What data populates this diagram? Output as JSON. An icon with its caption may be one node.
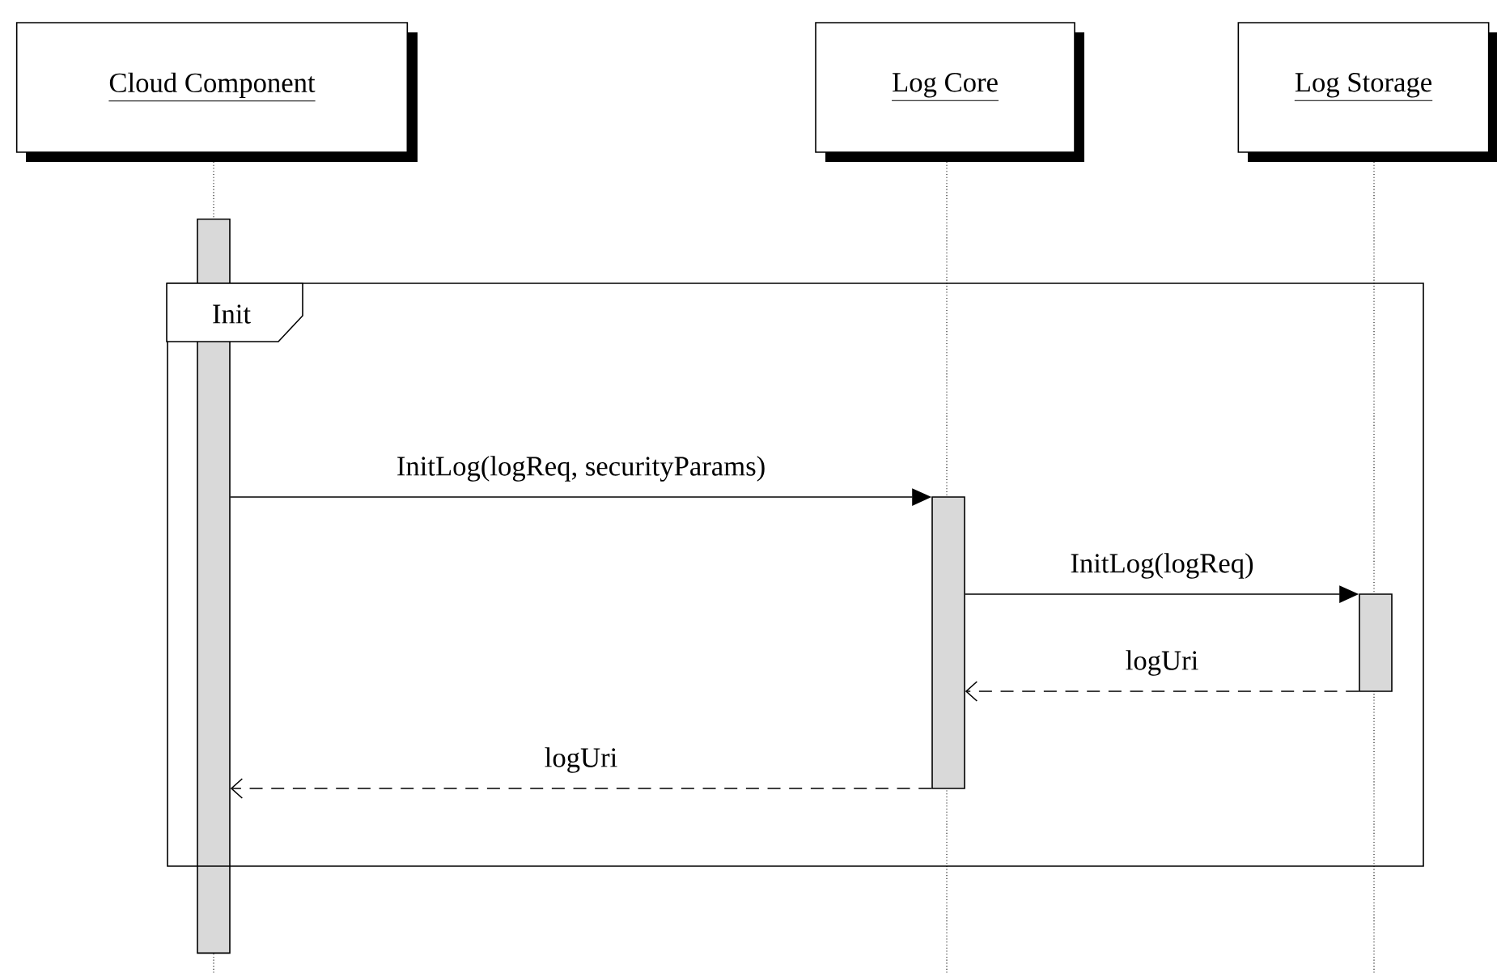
{
  "diagram": {
    "nodes": [
      {
        "text": [
          "Cloud Component"
        ]
      },
      {
        "text": [
          "Log Core"
        ]
      },
      {
        "text": [
          "Log Storage"
        ]
      },
      {
        "text": [
          "Init"
        ]
      },
      {
        "text": [],
        "shape": "bar"
      },
      {
        "text": [],
        "shape": "bar",
        "in": 3
      },
      {
        "text": [],
        "shape": "bar",
        "in": 3
      }
    ],
    "edges": [
      {
        "from": 4,
        "to": 5,
        "arrow": "to",
        "label": "InitLog(logReq, securityParams)"
      },
      {
        "from": 5,
        "to": 6,
        "arrow": "to",
        "label": "InitLog(logReq)"
      },
      {
        "from": 6,
        "to": 5,
        "arrow": "to",
        "label": "logUri",
        "style": "dashed"
      },
      {
        "from": 5,
        "to": 4,
        "arrow": "to",
        "label": "logUri",
        "style": "dashed"
      }
    ]
  }
}
